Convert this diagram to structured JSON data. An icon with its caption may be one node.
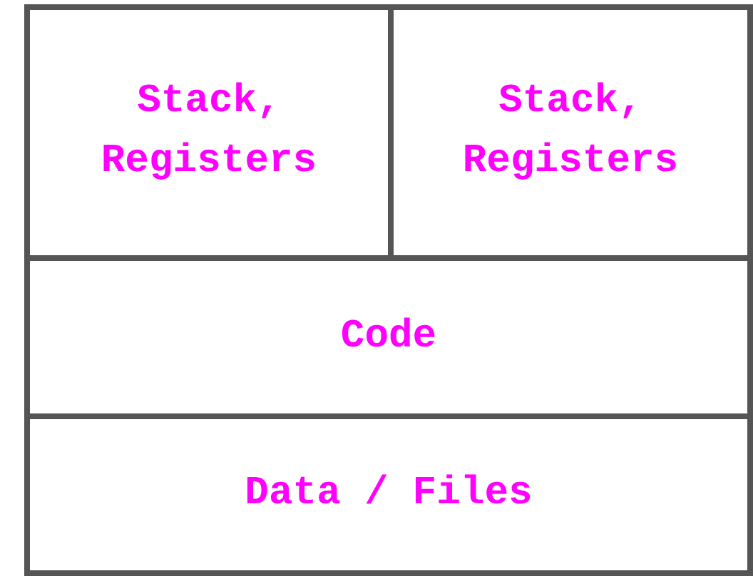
{
  "diagram": {
    "nodes": [
      {
        "text": [
          "Stack, Registers"
        ]
      },
      {
        "text": [
          "Stack, Registers"
        ]
      },
      {
        "text": [
          "Code"
        ]
      },
      {
        "text": [
          "Data / Files"
        ]
      }
    ]
  }
}
